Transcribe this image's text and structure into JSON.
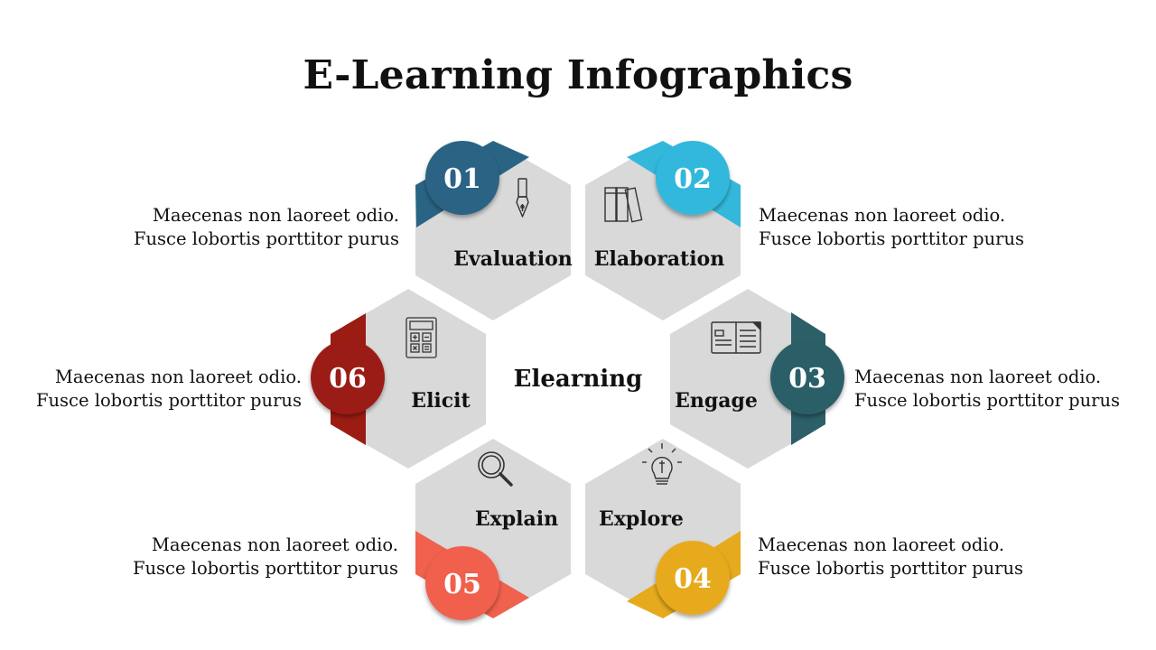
{
  "title": "E-Learning Infographics",
  "center_label": "Elearning",
  "steps": [
    {
      "number": "01",
      "label": "Evaluation",
      "icon": "pen-nib-icon",
      "color": "#2a6484",
      "desc": [
        "Maecenas non laoreet odio.",
        "Fusce lobortis porttitor purus"
      ]
    },
    {
      "number": "02",
      "label": "Elaboration",
      "icon": "books-icon",
      "color": "#33b8dc",
      "desc": [
        "Maecenas non laoreet odio.",
        "Fusce lobortis porttitor purus"
      ]
    },
    {
      "number": "03",
      "label": "Engage",
      "icon": "open-book-icon",
      "color": "#2c5f68",
      "desc": [
        "Maecenas non laoreet odio.",
        "Fusce lobortis porttitor purus"
      ]
    },
    {
      "number": "04",
      "label": "Explore",
      "icon": "lightbulb-icon",
      "color": "#e6aa1e",
      "desc": [
        "Maecenas non laoreet odio.",
        "Fusce lobortis porttitor purus"
      ]
    },
    {
      "number": "05",
      "label": "Explain",
      "icon": "magnifier-icon",
      "color": "#f0614e",
      "desc": [
        "Maecenas non laoreet odio.",
        "Fusce lobortis porttitor purus"
      ]
    },
    {
      "number": "06",
      "label": "Elicit",
      "icon": "calculator-icon",
      "color": "#9b1c13",
      "desc": [
        "Maecenas non laoreet odio.",
        "Fusce lobortis porttitor purus"
      ]
    }
  ],
  "colors": {
    "hexagon_fill": "#d9d9d9",
    "text": "#111111",
    "background": "#ffffff"
  }
}
